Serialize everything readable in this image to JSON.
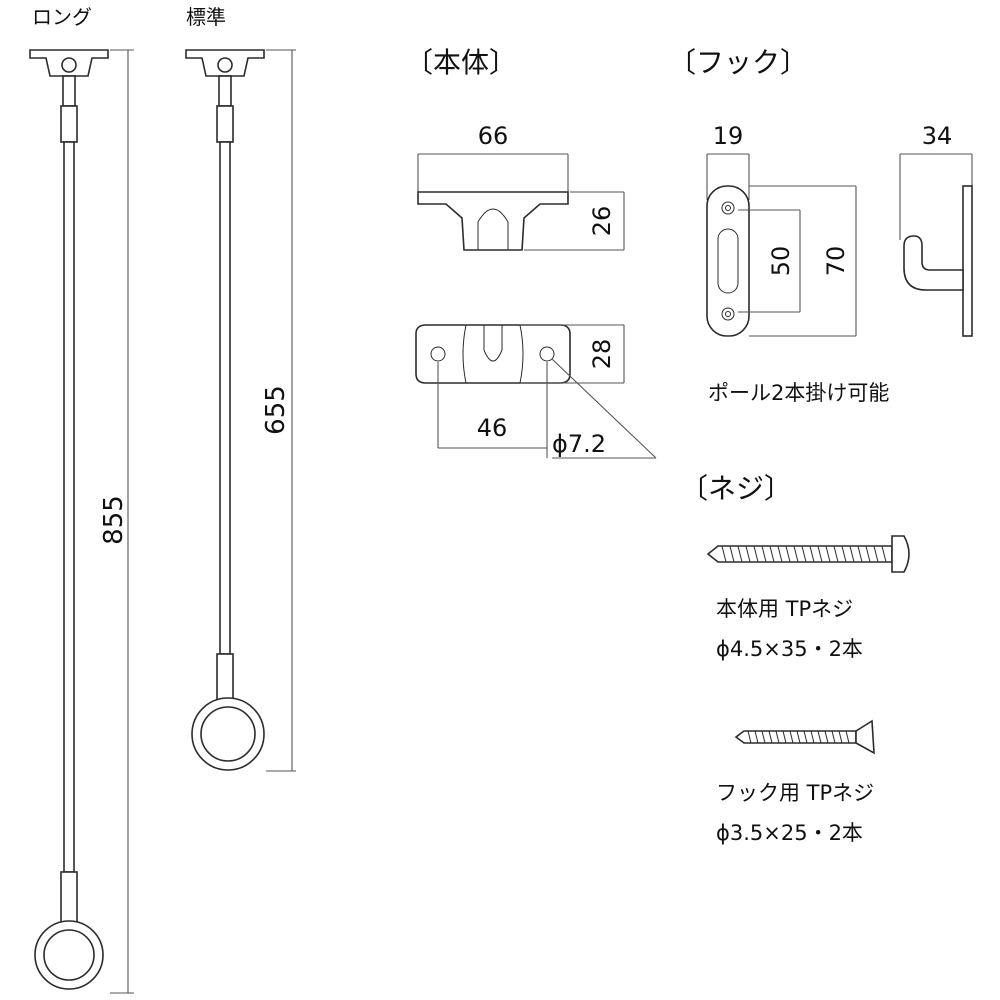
{
  "rods": {
    "long_label": "ロング",
    "standard_label": "標準",
    "long_length": "855",
    "standard_length": "655"
  },
  "body": {
    "heading": "〔本体〕",
    "width": "66",
    "height_side": "26",
    "height_bottom": "28",
    "hole_pitch": "46",
    "hole_diameter": "ϕ7.2"
  },
  "hook": {
    "heading": "〔フック〕",
    "front_width": "19",
    "slot_length": "50",
    "total_height": "70",
    "side_depth": "34",
    "note": "ポール2本掛け可能"
  },
  "screws": {
    "heading": "〔ネジ〕",
    "body_screw_label": "本体用 TPネジ",
    "body_screw_spec": "ϕ4.5×35・2本",
    "hook_screw_label": "フック用 TPネジ",
    "hook_screw_spec": "ϕ3.5×25・2本"
  },
  "colors": {
    "line": "#2b2b2b",
    "text": "#111111"
  }
}
